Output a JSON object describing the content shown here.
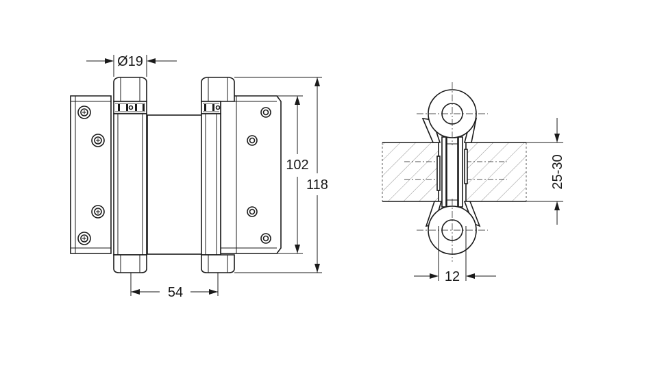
{
  "dimensions": {
    "pin_diameter": "Ø19",
    "leaf_height": "102",
    "overall_height": "118",
    "pin_spacing": "54",
    "door_thickness": "25-30",
    "gap_width": "12"
  },
  "colors": {
    "line": "#1a1a1a",
    "hatch": "#777777",
    "background": "#ffffff"
  }
}
